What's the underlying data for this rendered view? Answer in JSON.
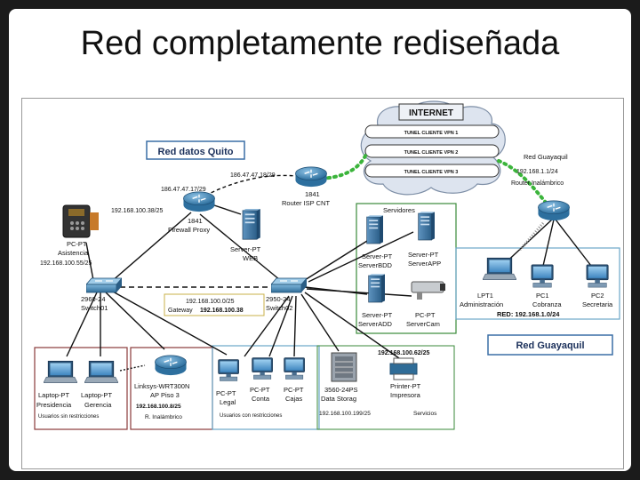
{
  "slide": {
    "title": "Red completamente rediseñada"
  },
  "diagram": {
    "internet_label": "INTERNET",
    "vpn_tunnels": [
      "TUNEL CLIENTE VPN 1",
      "TUNEL CLIENTE VPN 2",
      "TUNEL CLIENTE VPN 3"
    ],
    "quito_label": "Red datos Quito",
    "guayaquil_label": "Red Guayaquil",
    "router_guayaquil": {
      "name": "Red Guayaquil",
      "ip": "192.168.1.1/24",
      "model": "Router Inalámbrico"
    },
    "router_isp": {
      "model": "1841",
      "name": "Router ISP CNT",
      "ip_left": "186.47.47.17/29",
      "ip_right": "186.47.47.18/29"
    },
    "firewall": {
      "model": "1841",
      "name": "Firewall Proxy",
      "ip": "192.168.100.38/25"
    },
    "server_web": {
      "type": "Server-PT",
      "name": "WEB"
    },
    "pc_asistencia": {
      "type": "PC-PT",
      "name": "Asistencia",
      "ip": "192.168.100.55/25"
    },
    "switch1": {
      "model": "2960-24",
      "name": "Switch01"
    },
    "switch2": {
      "model": "2950-24",
      "name": "Switch02"
    },
    "gateway_box": {
      "network": "192.168.100.0/25",
      "gateway_label": "Gateway",
      "gateway_ip": "192.168.100.38"
    },
    "servidores": {
      "title": "Servidores",
      "items": [
        {
          "type": "Server-PT",
          "name": "ServerBDD"
        },
        {
          "type": "Server-PT",
          "name": "ServerAPP"
        },
        {
          "type": "Server-PT",
          "name": "ServerADD"
        },
        {
          "type": "PC-PT",
          "name": "ServerCam"
        }
      ]
    },
    "guayaquil_lan": {
      "items": [
        {
          "type": "LPT1",
          "name": "Administración"
        },
        {
          "type": "PC1",
          "name": "Cobranza"
        },
        {
          "type": "PC2",
          "name": "Secretaria"
        }
      ],
      "red": "RED: 192.168.1.0/24"
    },
    "laptops_group": {
      "items": [
        {
          "type": "Laptop-PT",
          "name": "Presidencia"
        },
        {
          "type": "Laptop-PT",
          "name": "Gerencia"
        }
      ],
      "caption": "Usuarios sin restricciones"
    },
    "ap_group": {
      "model": "Linksys-WRT300N",
      "name": "AP Piso 3",
      "ip": "192.168.100.8/25",
      "caption": "R. Inalámbrico"
    },
    "pcs_group": {
      "items": [
        {
          "type": "PC-PT",
          "name": "Legal"
        },
        {
          "type": "PC-PT",
          "name": "Conta"
        },
        {
          "type": "PC-PT",
          "name": "Cajas"
        }
      ],
      "caption": "Usuarios con restricciones"
    },
    "servicios_group": {
      "storage": {
        "model": "3560-24PS",
        "name": "Data Storag",
        "ip": "192.168.100.199/25"
      },
      "printer": {
        "type": "Printer-PT",
        "name": "Impresora",
        "ip": "192.168.100.62/25"
      },
      "caption": "Servicios"
    }
  }
}
